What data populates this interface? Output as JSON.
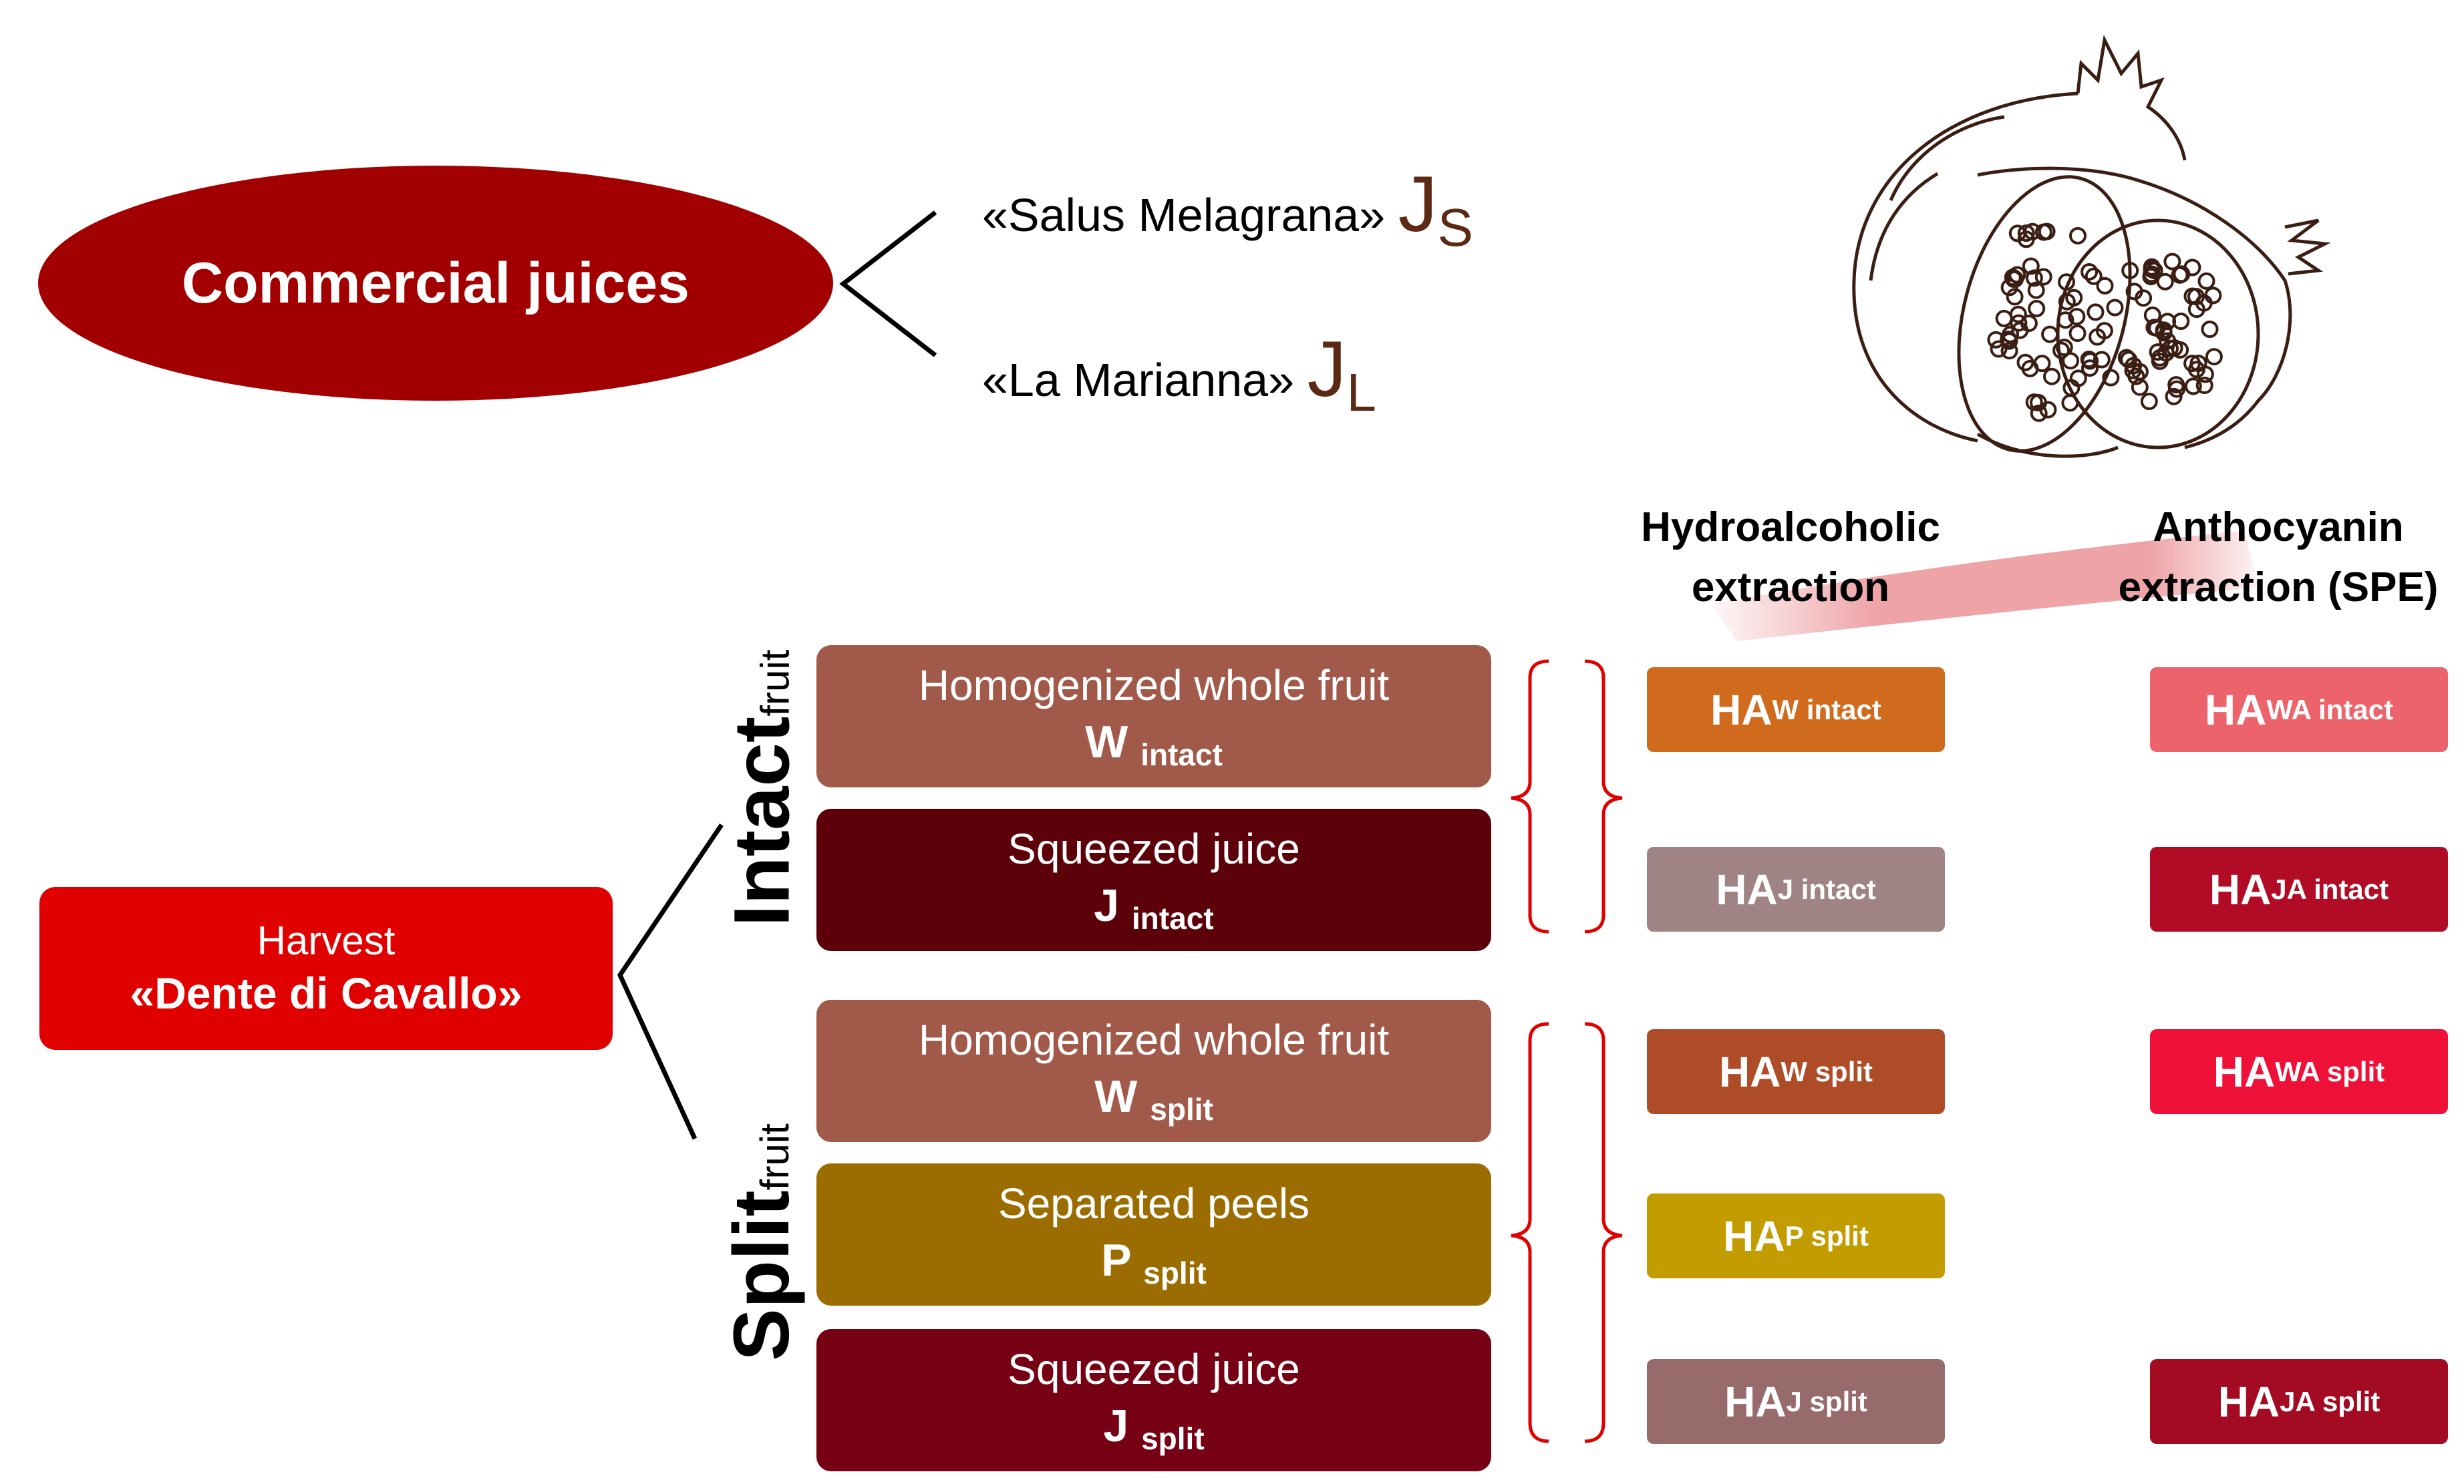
{
  "commercial": {
    "title": "Commercial juices",
    "juices": [
      {
        "name": "«Salus Melagrana»",
        "code": "J",
        "sub": "S"
      },
      {
        "name": "«La Marianna»",
        "code": "J",
        "sub": "L"
      }
    ]
  },
  "harvest": {
    "line1": "Harvest",
    "line2": "«Dente di Cavallo»"
  },
  "groups": {
    "intact": {
      "main": "Intact",
      "small": "fruit"
    },
    "split": {
      "main": "Split",
      "small": "fruit"
    }
  },
  "samples": [
    {
      "label": "Homogenized whole fruit",
      "code": "W",
      "sub": "intact",
      "color": "#a15a4a"
    },
    {
      "label": "Squeezed juice",
      "code": "J",
      "sub": "intact",
      "color": "#5c0009"
    },
    {
      "label": "Homogenized whole fruit",
      "code": "W",
      "sub": "split",
      "color": "#a15a4a"
    },
    {
      "label": "Separated peels",
      "code": "P",
      "sub": "split",
      "color": "#9b6c00"
    },
    {
      "label": "Squeezed juice",
      "code": "J",
      "sub": "split",
      "color": "#760014"
    }
  ],
  "columns": {
    "hydro": {
      "line1": "Hydroalcoholic",
      "line2": "extraction"
    },
    "antho": {
      "line1": "Anthocyanin",
      "line2": "extraction (SPE)"
    }
  },
  "hydro_extracts": [
    {
      "code": "HA",
      "sub": "W intact",
      "color": "#d06a1d"
    },
    {
      "code": "HA",
      "sub": "J intact",
      "color": "#a08384"
    },
    {
      "code": "HA",
      "sub": "W split",
      "color": "#ae4c27"
    },
    {
      "code": "HA",
      "sub": "P split",
      "color": "#c39c00"
    },
    {
      "code": "HA",
      "sub": "J split",
      "color": "#976a6c"
    }
  ],
  "antho_extracts": [
    {
      "code": "HA",
      "sub": "WA intact",
      "color": "#ec636c"
    },
    {
      "code": "HA",
      "sub": "JA intact",
      "color": "#b20b25"
    },
    {
      "code": "HA",
      "sub": "WA split",
      "color": "#ef1037"
    },
    {
      "code": "HA",
      "sub": "JA split",
      "color": "#a20b22"
    }
  ],
  "colors": {
    "bracket": "#e00000",
    "brush": "#e8868a"
  }
}
